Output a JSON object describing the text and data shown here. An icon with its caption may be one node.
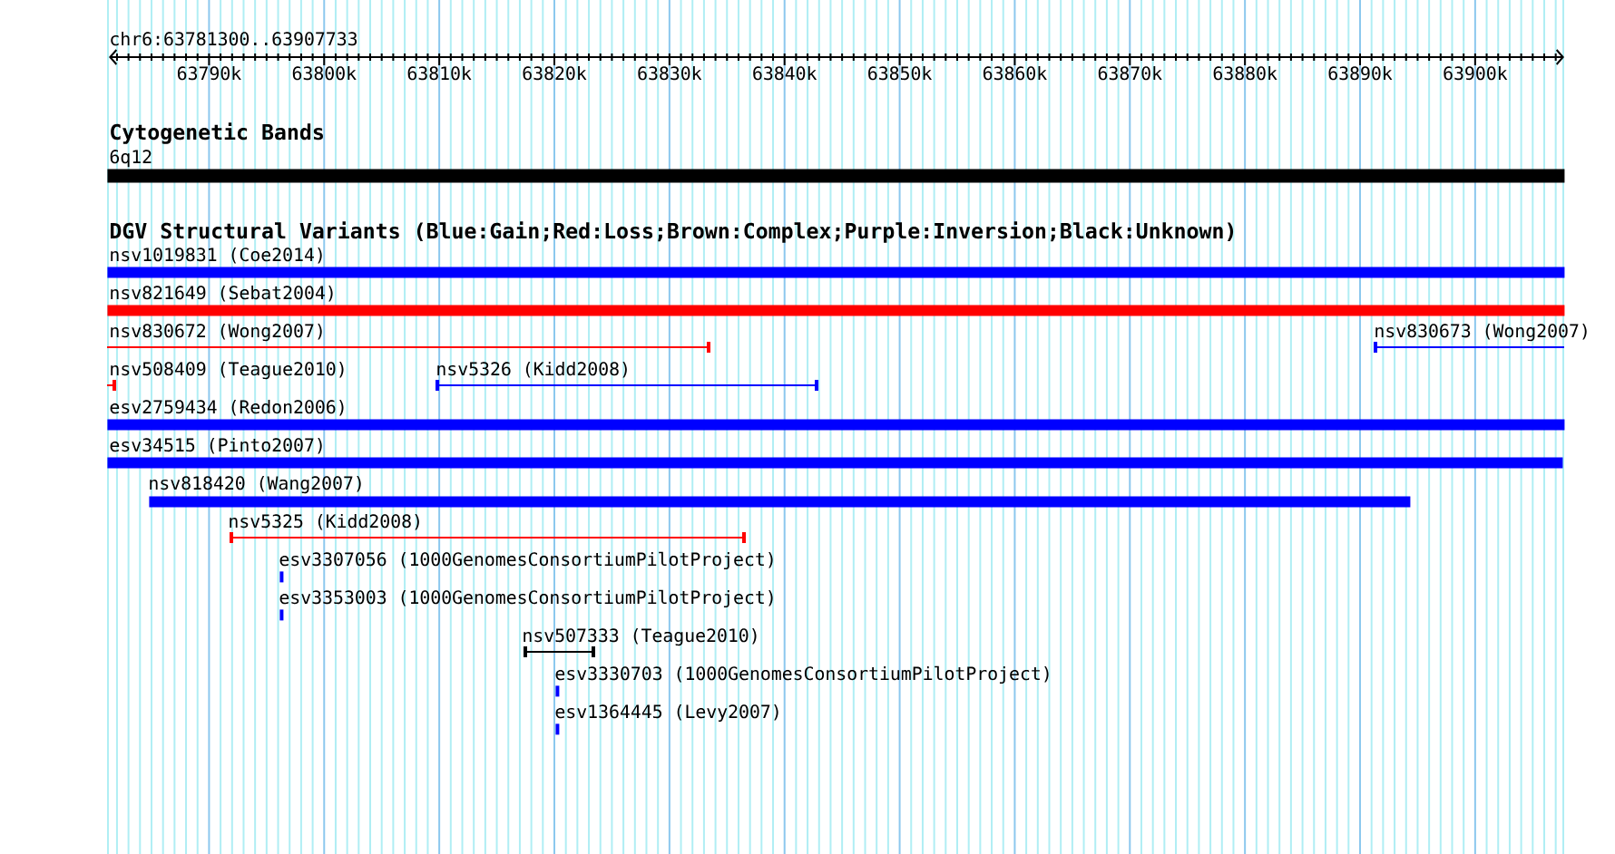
{
  "diagram": {
    "nodes": [
      {
        "text": [
          "6q12"
        ]
      },
      {
        "text": [
          "nsv1019831 (Coe2014)"
        ]
      },
      {
        "text": [
          "nsv821649 (Sebat2004)"
        ]
      },
      {
        "text": [
          "nsv830672 (Wong2007)"
        ]
      },
      {
        "text": [
          "nsv830673 (Wong2007)"
        ]
      },
      {
        "text": [
          "nsv508409 (Teague2010)"
        ]
      },
      {
        "text": [
          "nsv5326 (Kidd2008)"
        ]
      },
      {
        "text": [
          "esv2759434 (Redon2006)"
        ]
      },
      {
        "text": [
          "esv34515 (Pinto2007)"
        ]
      },
      {
        "text": [
          "nsv818420 (Wang2007)"
        ]
      },
      {
        "text": [
          "nsv5325 (Kidd2008)"
        ]
      },
      {
        "text": [
          "esv3307056 (1000GenomesConsortiumPilotProject)"
        ]
      },
      {
        "text": [
          "esv3353003 (1000GenomesConsortiumPilotProject)"
        ]
      },
      {
        "text": [
          "nsv507333 (Teague2010)"
        ]
      },
      {
        "text": [
          "esv3330703 (1000GenomesConsortiumPilotProject)"
        ]
      },
      {
        "text": [
          "esv1364445 (Levy2007)"
        ]
      }
    ],
    "labels": [
      "chr6:63781300..63907733",
      "63790k",
      "63800k",
      "63810k",
      "63820k",
      "63830k",
      "63840k",
      "63850k",
      "63860k",
      "63870k",
      "63880k",
      "63890k",
      "63900k",
      "Cytogenetic Bands",
      "DGV Structural Variants (Blue:Gain;Red:Loss;Brown:Complex;Purple:Inversion;Black:Unknown)"
    ]
  }
}
